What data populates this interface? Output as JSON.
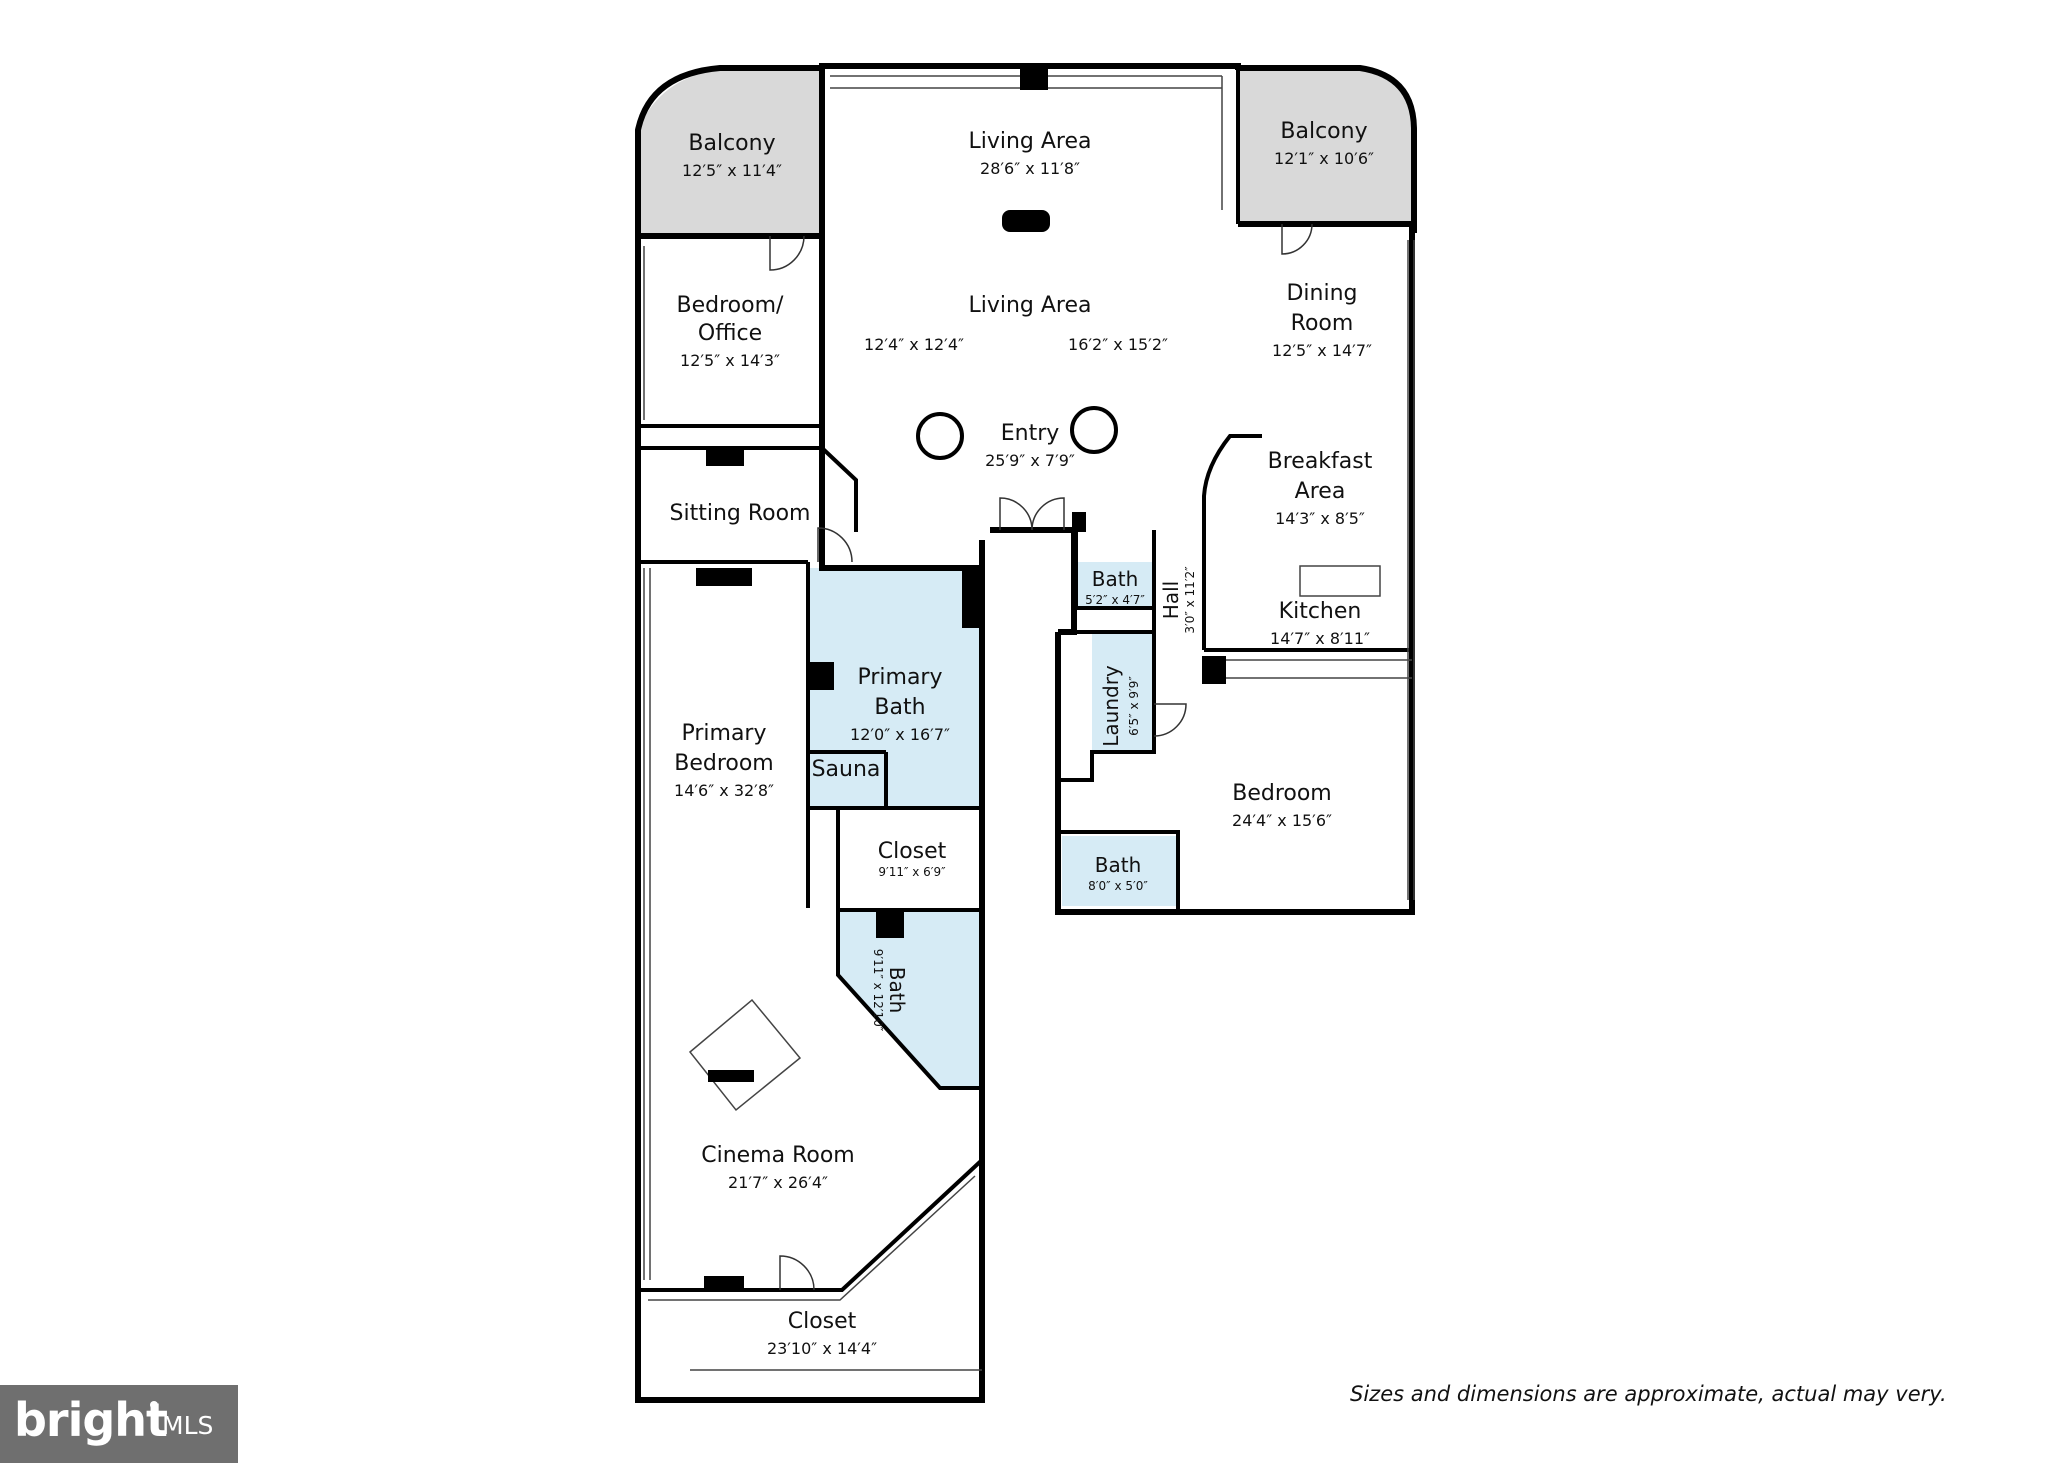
{
  "rooms": {
    "balcony_left": {
      "name": "Balcony",
      "dim": "12′5″ x 11′4″"
    },
    "balcony_right": {
      "name": "Balcony",
      "dim": "12′1″ x 10′6″"
    },
    "living_top": {
      "name": "Living Area",
      "dim": "28′6″ x 11′8″"
    },
    "living_mid": {
      "name": "Living Area",
      "dim_left": "12′4″ x 12′4″",
      "dim_right": "16′2″ x 15′2″"
    },
    "bedroom_office": {
      "name_line1": "Bedroom/",
      "name_line2": "Office",
      "dim": "12′5″ x 14′3″"
    },
    "dining": {
      "name_line1": "Dining",
      "name_line2": "Room",
      "dim": "12′5″ x 14′7″"
    },
    "entry": {
      "name": "Entry",
      "dim": "25′9″ x 7′9″"
    },
    "breakfast": {
      "name_line1": "Breakfast",
      "name_line2": "Area",
      "dim": "14′3″ x 8′5″"
    },
    "sitting": {
      "name": "Sitting Room"
    },
    "bath_small": {
      "name": "Bath",
      "dim": "5′2″ x 4′7″"
    },
    "hall": {
      "name": "Hall",
      "dim": "3′0″ x 11′2″"
    },
    "kitchen": {
      "name": "Kitchen",
      "dim": "14′7″ x 8′11″"
    },
    "primary_bath": {
      "name_line1": "Primary",
      "name_line2": "Bath",
      "dim": "12′0″ x 16′7″"
    },
    "laundry": {
      "name": "Laundry",
      "dim": "6′5″ x 9′9″"
    },
    "primary_bedroom": {
      "name_line1": "Primary",
      "name_line2": "Bedroom",
      "dim": "14′6″ x 32′8″"
    },
    "sauna": {
      "name": "Sauna"
    },
    "bedroom": {
      "name": "Bedroom",
      "dim": "24′4″ x 15′6″"
    },
    "closet_mid": {
      "name": "Closet",
      "dim": "9′11″ x 6′9″"
    },
    "bath_bedroom": {
      "name": "Bath",
      "dim": "8′0″ x 5′0″"
    },
    "bath_vertical": {
      "name": "Bath",
      "dim": "9′11″ x 12′10″"
    },
    "cinema": {
      "name": "Cinema Room",
      "dim": "21′7″ x 26′4″"
    },
    "closet_bottom": {
      "name": "Closet",
      "dim": "23′10″ x 14′4″"
    }
  },
  "note": "Sizes and dimensions are approximate, actual may very.",
  "logo": {
    "brand": "bright",
    "suffix": "MLS"
  },
  "colors": {
    "balcony_fill": "#d9d9d9",
    "bath_fill": "#d6ebf5",
    "wall": "#000000",
    "logo_bg": "#6f6f6f"
  }
}
